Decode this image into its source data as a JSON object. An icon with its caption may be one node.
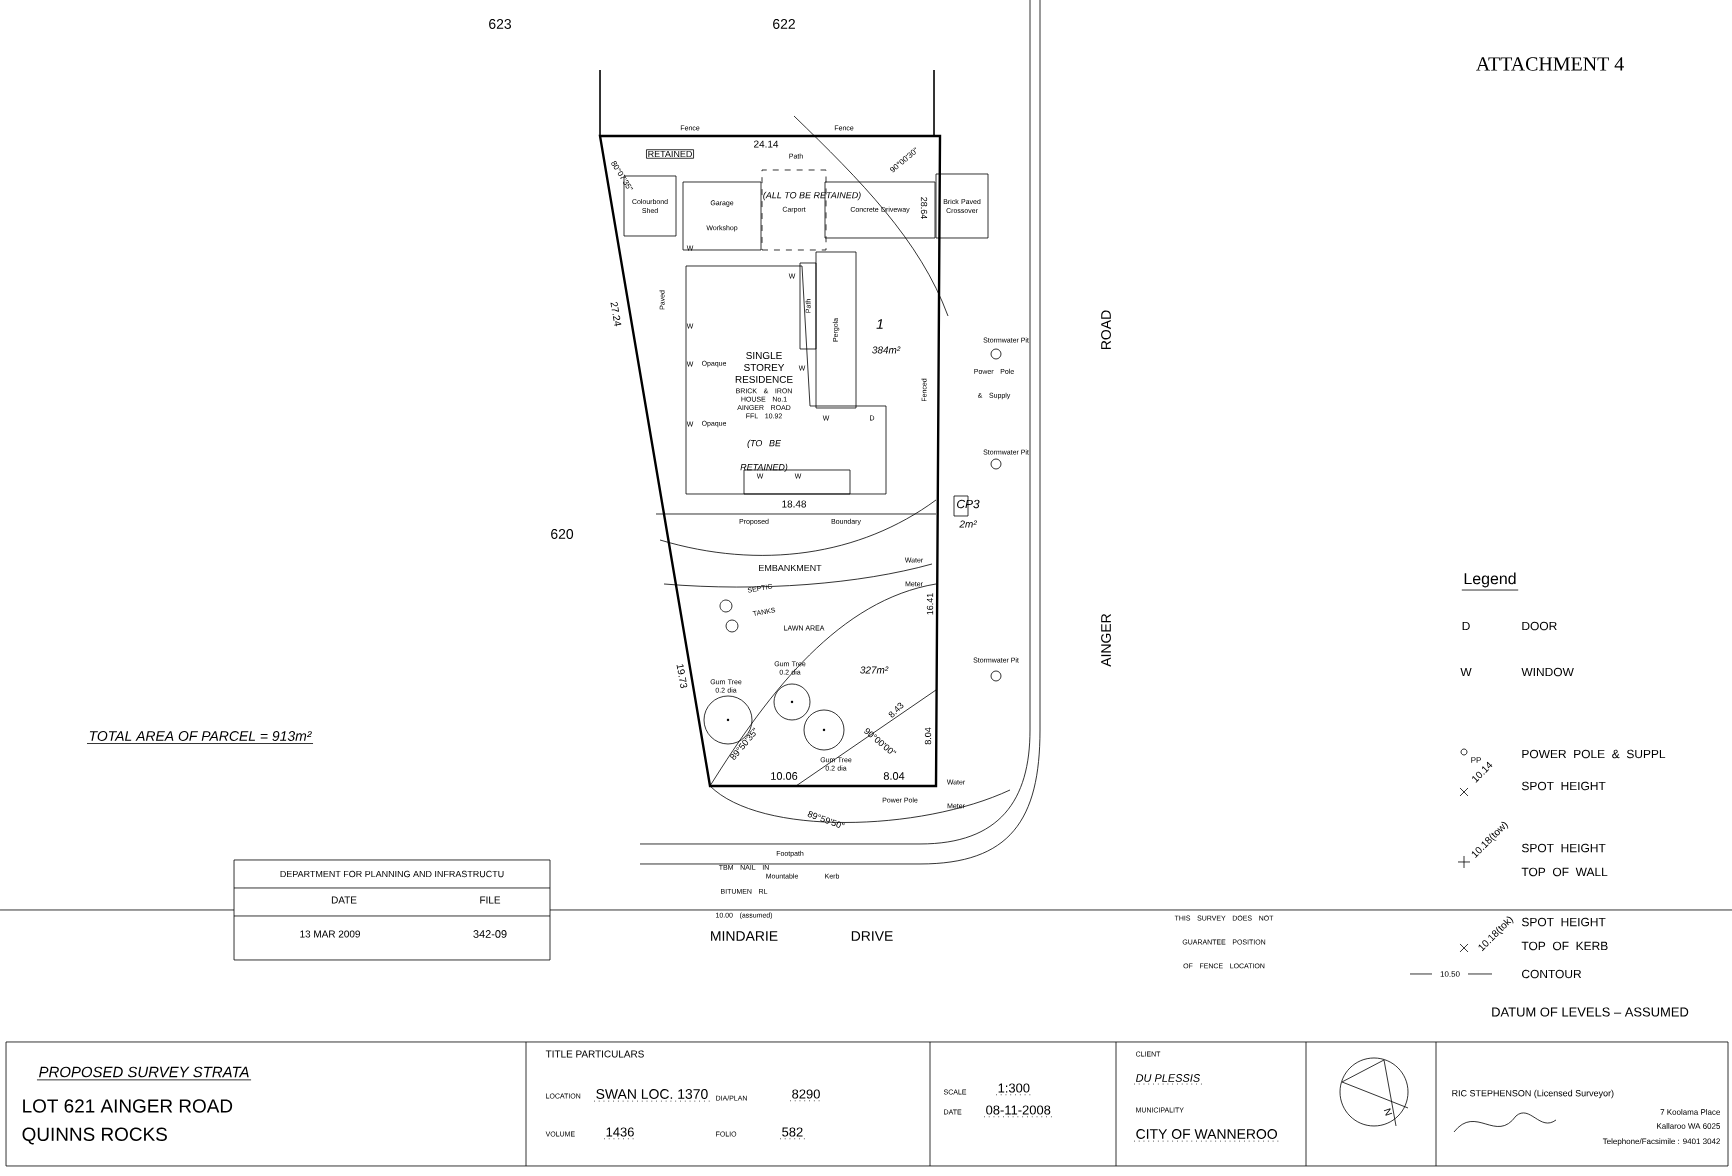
{
  "diagram": {
    "nodes": [
      {
        "text": [
          "Colourbond Shed"
        ]
      },
      {
        "text": [
          "Garage",
          "Workshop"
        ]
      },
      {
        "text": [
          "Carport"
        ]
      },
      {
        "text": [
          "Concrete Driveway"
        ]
      },
      {
        "text": [
          "Brick Paved Crossover"
        ]
      },
      {
        "text": [
          "SINGLE STOREY RESIDENCE",
          "BRICK & IRON HOUSE No.1 AINGER ROAD FFL 10.92",
          "(TO BE RETAINED)"
        ]
      },
      {
        "text": [
          "Path"
        ]
      },
      {
        "text": [
          "Pergola"
        ]
      },
      {
        "text": [],
        "shape": "circle",
        "beside": [
          "Gum Tree 0.2 dia"
        ]
      },
      {
        "text": [],
        "shape": "circle",
        "beside": [
          "Gum Tree 0.2 dia"
        ]
      },
      {
        "text": [],
        "shape": "circle",
        "beside": [
          "Gum Tree 0.2 dia"
        ]
      }
    ],
    "labels": [
      "623",
      "622",
      "ATTACHMENT 4",
      "Fence",
      "Fence",
      "RETAINED",
      "24.14",
      "Path",
      "80°07'35\"",
      "90°00'30\"",
      "(ALL TO BE RETAINED)",
      "28.64",
      "1",
      "384m²",
      "27.24",
      "Paved",
      "Opaque",
      "Opaque",
      "Fenced",
      "Stormwater Pit",
      "Power Pole & Supply",
      "Stormwater Pit",
      "ROAD",
      "620",
      "18.48",
      "CP3",
      "Proposed",
      "Boundary",
      "2m²",
      "EMBANKMENT",
      "Water Meter",
      "SEPTIC TANKS",
      "LAWN AREA",
      "19.73",
      "327m²",
      "16.41",
      "Stormwater Pit",
      "AINGER",
      "TOTAL AREA OF PARCEL = 913m²",
      "89°50'35\"",
      "90°00'00\"",
      "8.43",
      "8.04",
      "10.06",
      "8.04",
      "Power Pole",
      "Water Meter",
      "89°59'50\"",
      "Footpath",
      "Mountable",
      "Kerb",
      "TBM NAIL IN BITUMEN RL 10.00 (assumed)",
      "MINDARIE",
      "DRIVE",
      "DEPARTMENT FOR PLANNING AND INFRASTRUCTU",
      "DATE",
      "FILE",
      "13 MAR 2009",
      "342-09",
      "THIS SURVEY DOES NOT GUARANTEE POSITION OF FENCE LOCATION",
      "Legend",
      "D",
      "W",
      "PP",
      "10.14",
      "10.18(tow)",
      "10.18(tok)",
      "10.50",
      "DATUM OF LEVELS – ASSUMED",
      "PROPOSED SURVEY STRATA",
      "LOT 621 AINGER ROAD",
      "QUINNS ROCKS",
      "TITLE PARTICULARS",
      "LOCATION",
      "SWAN LOC. 1370",
      "DIA/PLAN",
      "8290",
      "VOLUME",
      "1436",
      "FOLIO",
      "582",
      "SCALE",
      "1:300",
      "DATE",
      "08-11-2008",
      "CLIENT",
      "DU PLESSIS",
      "MUNICIPALITY",
      "CITY OF WANNEROO",
      "N",
      "RIC STEPHENSON (Licensed Surveyor)",
      "7 Koolama Place",
      "Kallaroo WA 6025",
      "Telephone/Facsimile : 9401 3042",
      "W",
      "W",
      "W",
      "W",
      "W",
      "W",
      "W",
      "W",
      "W",
      "D"
    ],
    "legend": [
      {
        "text": "DOOR"
      },
      {
        "text": "WINDOW"
      },
      {
        "text": "POWER POLE & SUPPL"
      },
      {
        "text": "SPOT HEIGHT"
      },
      {
        "text": "SPOT HEIGHT TOP OF WALL"
      },
      {
        "text": "SPOT HEIGHT TOP OF KERB"
      },
      {
        "text": "CONTOUR"
      }
    ]
  }
}
